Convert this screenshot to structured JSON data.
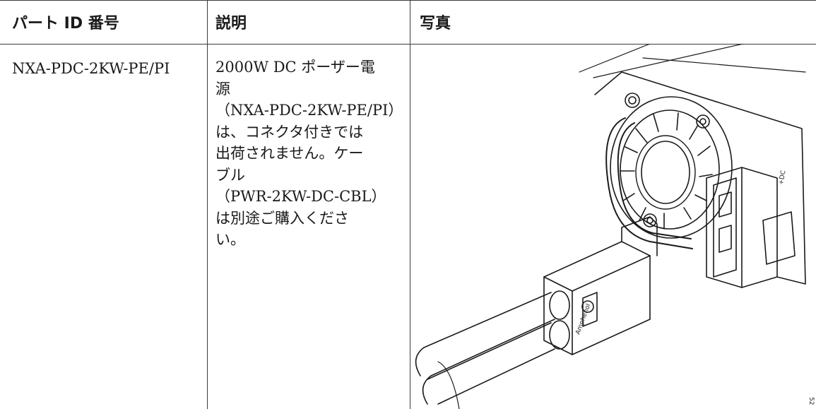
{
  "table": {
    "headers": {
      "part_id": "パート ID 番号",
      "description": "説明",
      "photo": "写真"
    },
    "rows": [
      {
        "part_id": "NXA-PDC-2KW-PE/PI",
        "description_lines": [
          "2000W DC ポーザー電",
          "源",
          "（NXA-PDC-2KW-PE/PI）",
          "は、コネクタ付きでは",
          "出荷されません。ケー",
          "ブル",
          "（PWR-2KW-DC-CBL）",
          "は別途ご購入くださ",
          "い。"
        ]
      }
    ]
  },
  "illustration": {
    "icon": "power-supply-connector-illustration",
    "labels": {
      "polarity_dc": "+DC",
      "connector_brand": "Amphenol",
      "code_fragment": "52"
    }
  }
}
